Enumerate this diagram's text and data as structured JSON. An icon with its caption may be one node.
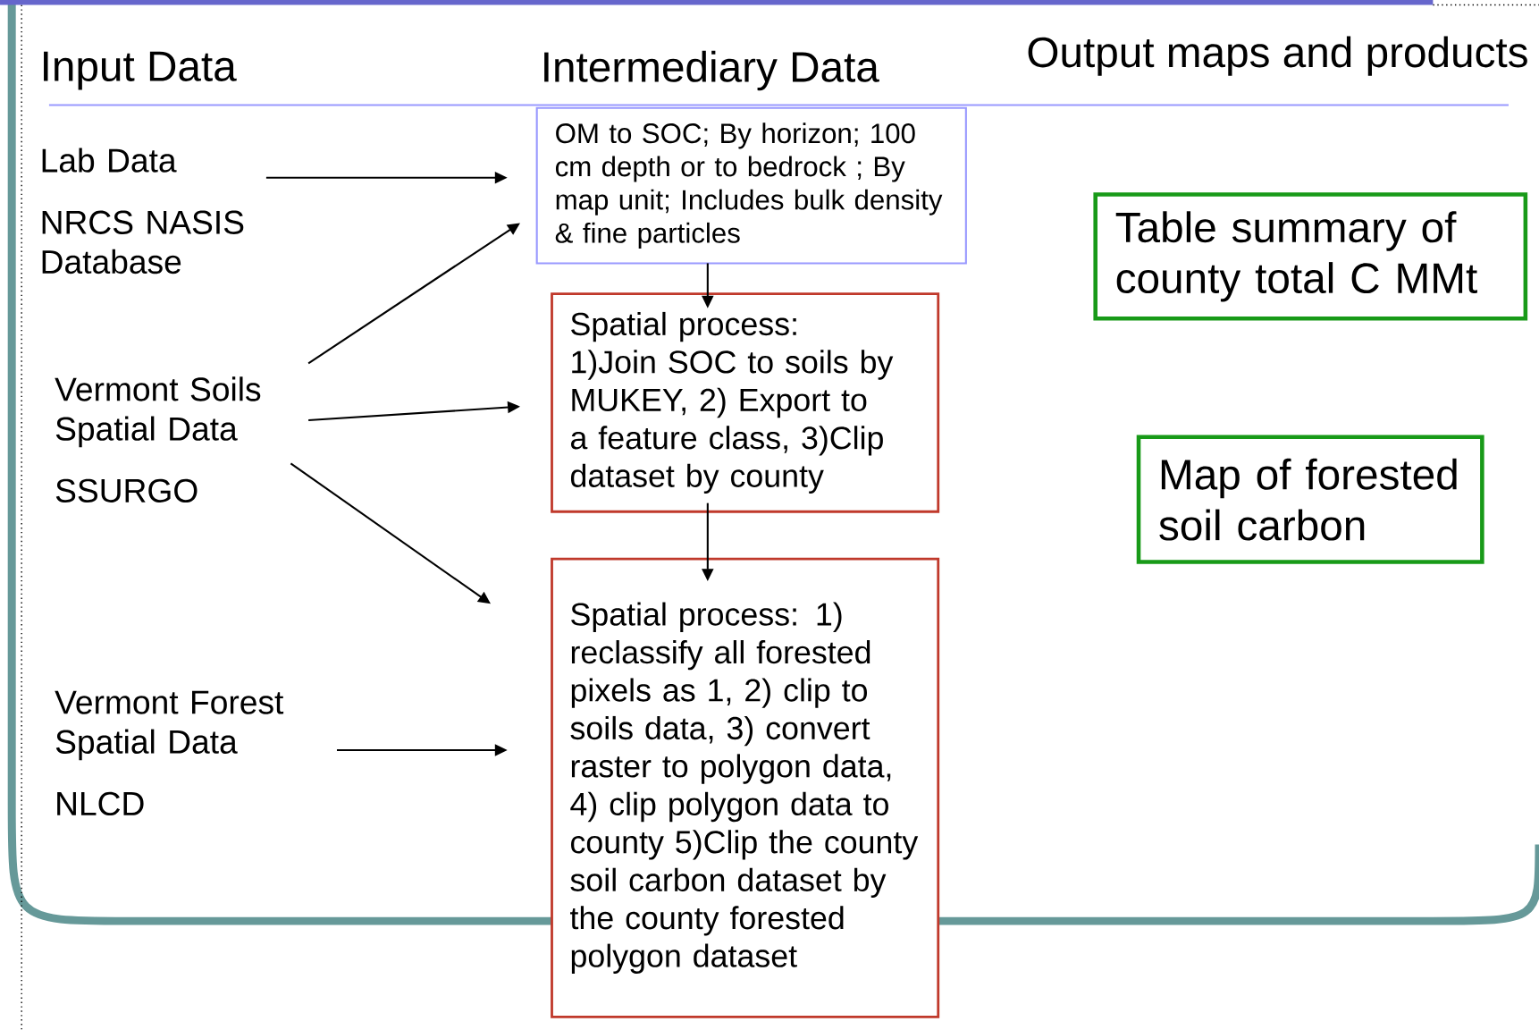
{
  "diagram": {
    "nodes": [
      {
        "text": [
          "Lab Data",
          "NRCS NASIS Database"
        ]
      },
      {
        "text": [
          "Vermont Soils Spatial Data",
          "SSURGO"
        ]
      },
      {
        "text": [
          "Vermont Forest Spatial Data",
          "NLCD"
        ]
      },
      {
        "text": [
          "OM to SOC; By horizon; 100 cm depth or to  bedrock ; By map unit; Includes bulk density & fine particles"
        ]
      },
      {
        "text": [
          "Spatial process: 1)Join SOC to soils by MUKEY, 2) Export to a feature class, 3)Clip dataset by county"
        ]
      },
      {
        "text": [
          "Spatial process: 1) reclassify all forested pixels as 1, 2) clip to soils data, 3) convert raster to polygon data, 4) clip polygon data to county 5)Clip the county soil carbon dataset by the county forested polygon dataset"
        ]
      },
      {
        "text": [
          "Table summary of county total C MMt"
        ]
      },
      {
        "text": [
          "Map of forested soil carbon"
        ]
      }
    ],
    "edges": [
      {
        "from": 0,
        "to": 3,
        "arrow": "to"
      },
      {
        "from": 1,
        "to": 3,
        "arrow": "to"
      },
      {
        "from": 1,
        "to": 4,
        "arrow": "to"
      },
      {
        "from": 1,
        "to": 5,
        "arrow": "to"
      },
      {
        "from": 2,
        "to": 5,
        "arrow": "to"
      },
      {
        "from": 3,
        "to": 4,
        "arrow": "to"
      },
      {
        "from": 4,
        "to": 5,
        "arrow": "to"
      }
    ],
    "labels": [
      "Input Data",
      "Intermediary Data",
      "Output maps and products"
    ]
  }
}
